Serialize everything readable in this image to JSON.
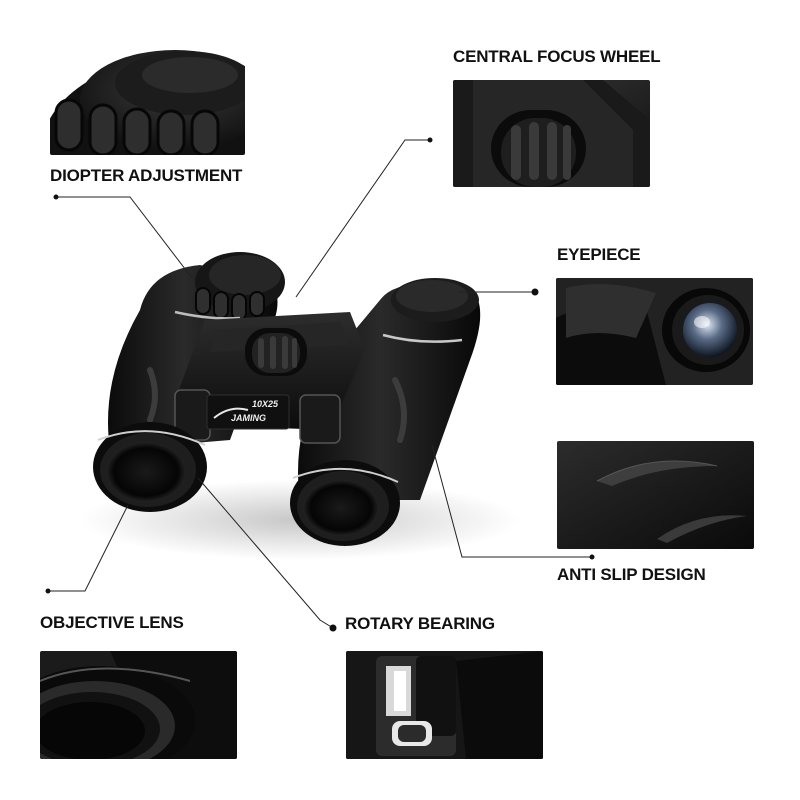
{
  "labels": {
    "diopter": "DIOPTER ADJUSTMENT",
    "focus_wheel": "CENTRAL FOCUS WHEEL",
    "eyepiece": "EYEPIECE",
    "anti_slip": "ANTI SLIP DESIGN",
    "objective": "OBJECTIVE LENS",
    "rotary": "ROTARY BEARING"
  },
  "product": {
    "model": "10X25",
    "brand": "JAMING"
  }
}
